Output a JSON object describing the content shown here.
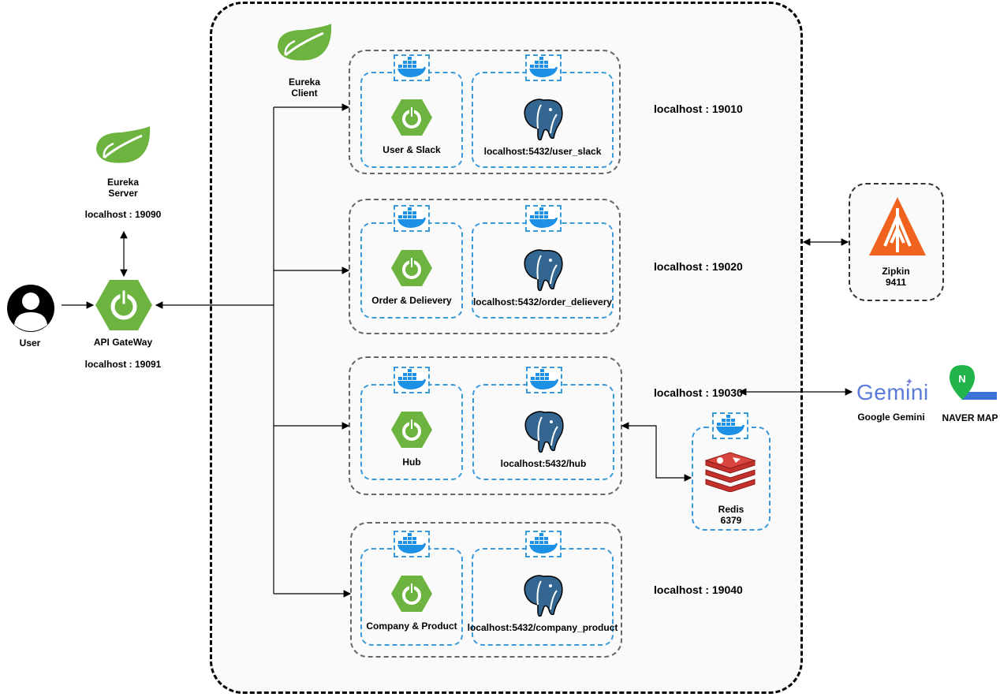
{
  "user": {
    "label": "User"
  },
  "eureka_server": {
    "label_line1": "Eureka",
    "label_line2": "Server",
    "port": "localhost : 19090"
  },
  "gateway": {
    "label": "API GateWay",
    "port": "localhost : 19091"
  },
  "eureka_client": {
    "label_line1": "Eureka",
    "label_line2": "Client"
  },
  "services": [
    {
      "name": "User & Slack",
      "db": "localhost:5432/user_slack",
      "port": "localhost : 19010"
    },
    {
      "name": "Order & Delievery",
      "db": "localhost:5432/order_delievery",
      "port": "localhost : 19020"
    },
    {
      "name": "Hub",
      "db": "localhost:5432/hub",
      "port": "localhost : 19030"
    },
    {
      "name": "Company & Product",
      "db": "localhost:5432/company_product",
      "port": "localhost : 19040"
    }
  ],
  "redis": {
    "label": "Redis",
    "port": "6379"
  },
  "zipkin": {
    "label": "Zipkin",
    "port": "9411"
  },
  "gemini": {
    "logo_text": "Gemini",
    "label": "Google Gemini"
  },
  "naver": {
    "label": "NAVER MAP"
  },
  "colors": {
    "spring": "#6db33f",
    "docker": "#1d91e6",
    "postgres": "#336791",
    "redis": "#c4302b",
    "zipkin": "#f0631e"
  }
}
